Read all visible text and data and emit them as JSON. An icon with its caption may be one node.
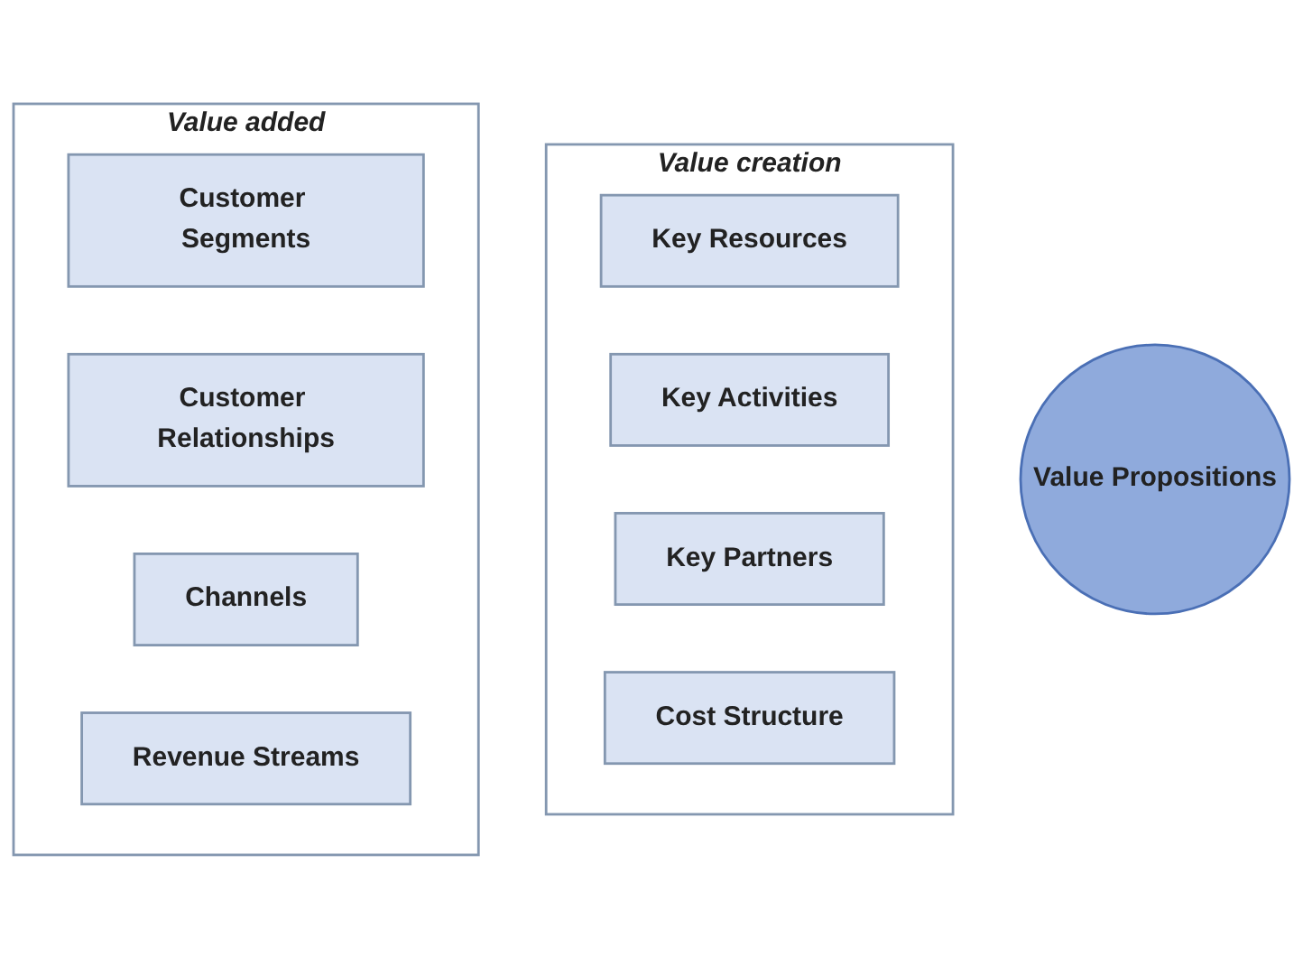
{
  "diagram": {
    "nodes": [
      {
        "text": [
          "Value creation"
        ]
      },
      {
        "text": [
          "Key Resources"
        ],
        "in": 0
      },
      {
        "text": [
          "Key Activities"
        ],
        "in": 0
      },
      {
        "text": [
          "Key Partners"
        ],
        "in": 0
      },
      {
        "text": [
          "Cost Structure"
        ],
        "in": 0
      },
      {
        "text": [
          "Value Propositions"
        ]
      },
      {
        "text": [
          "Value added"
        ]
      },
      {
        "text": [
          "Customer Segments"
        ],
        "in": 6
      },
      {
        "text": [
          "Customer Relationships"
        ],
        "in": 6
      },
      {
        "text": [
          "Channels"
        ],
        "in": 6
      },
      {
        "text": [
          "Revenue Streams"
        ],
        "in": 6
      }
    ],
    "edges": []
  }
}
